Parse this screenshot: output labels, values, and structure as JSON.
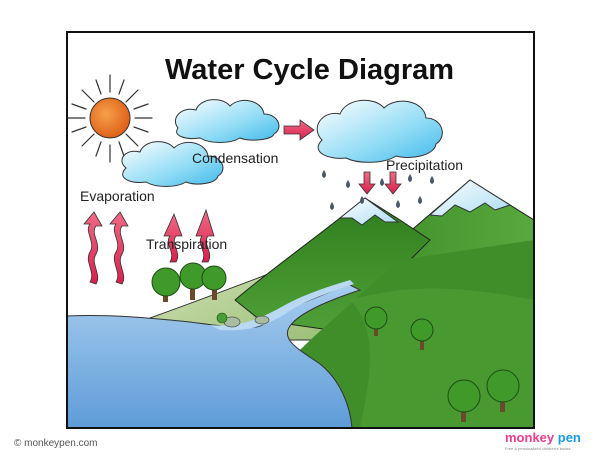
{
  "title": "Water Cycle Diagram",
  "labels": {
    "condensation": "Condensation",
    "precipitation": "Precipitation",
    "evaporation": "Evaporation",
    "transpiration": "Transpiration"
  },
  "footer": {
    "copyright": "© monkeypen.com",
    "brand_part1": "monkey",
    "brand_part2": " pen",
    "brand_tagline": "Free & personalized children's books"
  },
  "colors": {
    "sun": "#e8721c",
    "cloud": "#5cc8f0",
    "arrow": "#e0345a",
    "water": "#6aa6dd",
    "hill_light": "#b8cf94",
    "mountain": "#3f8e2a",
    "snow": "#dff1fb",
    "raindrop": "#4a5868",
    "border": "#111111"
  },
  "icons": [
    "sun-icon",
    "cloud-icon",
    "rain-arrow-icon",
    "raindrop-icon",
    "tree-icon",
    "wavy-arrow-icon"
  ]
}
